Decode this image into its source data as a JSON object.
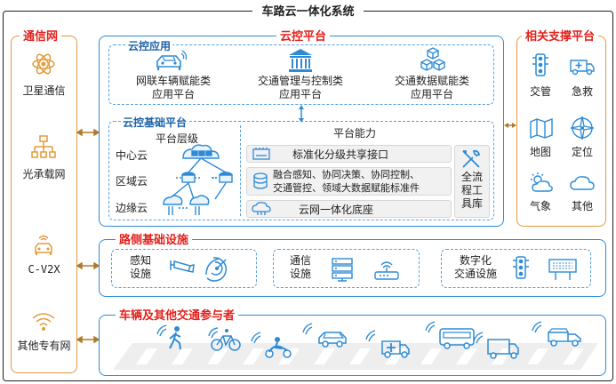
{
  "title": "车路云一体化系统",
  "comm": {
    "title": "通信网",
    "items": [
      {
        "label": "卫星通信",
        "icon": "satellite-icon"
      },
      {
        "label": "光承载网",
        "icon": "network-tree-icon"
      },
      {
        "label": "C-V2X",
        "icon": "car-signal-icon"
      },
      {
        "label": "其他专有网",
        "icon": "wifi-icon"
      }
    ]
  },
  "cloud": {
    "title": "云控平台",
    "apps": {
      "title": "云控应用",
      "items": [
        {
          "line1": "网联车辆赋能类",
          "line2": "应用平台",
          "icon": "connected-car-icon"
        },
        {
          "line1": "交通管理与控制类",
          "line2": "应用平台",
          "icon": "government-building-icon"
        },
        {
          "line1": "交通数据赋能类",
          "line2": "应用平台",
          "icon": "data-cubes-icon"
        }
      ]
    },
    "base": {
      "title": "云控基础平台",
      "levels_title": "平台层级",
      "levels": [
        "中心云",
        "区域云",
        "边缘云"
      ],
      "capability_title": "平台能力",
      "capabilities": [
        "标准化分级共享接口",
        "融合感知、协同决策、协同控制、",
        "交通管控、领域大数据赋能标准件",
        "云网一体化底座"
      ],
      "toolkit": [
        "全流",
        "程工",
        "具库"
      ]
    }
  },
  "support": {
    "title": "相关支撑平台",
    "items": [
      {
        "label": "交管",
        "icon": "traffic-light-icon"
      },
      {
        "label": "急救",
        "icon": "ambulance-icon"
      },
      {
        "label": "地图",
        "icon": "map-icon"
      },
      {
        "label": "定位",
        "icon": "compass-icon"
      },
      {
        "label": "气象",
        "icon": "weather-icon"
      },
      {
        "label": "其他",
        "icon": "cloud-icon"
      }
    ]
  },
  "roadside": {
    "title": "路侧基础设施",
    "groups": [
      {
        "line1": "感知",
        "line2": "设施",
        "icons": [
          "camera-icon",
          "radar-icon"
        ]
      },
      {
        "line1": "通信",
        "line2": "设施",
        "icons": [
          "server-icon",
          "router-icon"
        ]
      },
      {
        "line1": "数字化",
        "line2": "交通设施",
        "icons": [
          "traffic-light-icon",
          "billboard-icon"
        ]
      }
    ]
  },
  "vehicles": {
    "title": "车辆及其他交通参与者",
    "items": [
      "pedestrian-icon",
      "bicycle-icon",
      "motorcycle-icon",
      "car-icon",
      "ambulance-icon",
      "bus-icon",
      "truck-icon",
      "dump-truck-icon"
    ]
  },
  "colors": {
    "accent_red": "#e2211c",
    "blue": "#2d8bd6",
    "orange": "#e39a3b",
    "dark_blue": "#1e62a8"
  }
}
